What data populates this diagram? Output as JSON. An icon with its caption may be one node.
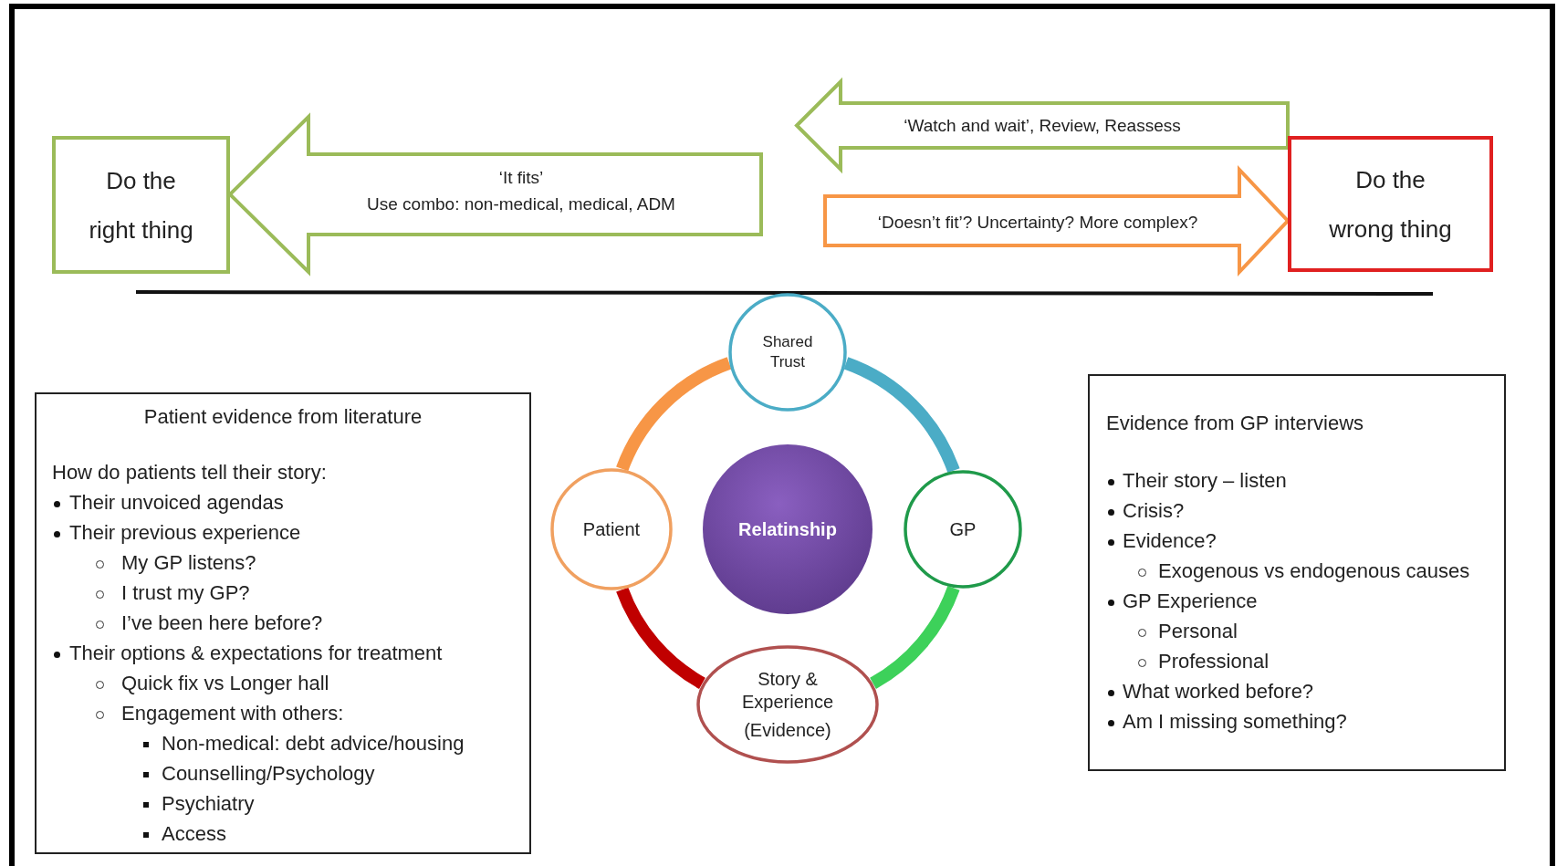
{
  "diagram": {
    "nodes": [
      {
        "text": [
          "Do the right thing"
        ]
      },
      {
        "text": [
          "Do the wrong thing"
        ]
      },
      {
        "text": [
          "Shared Trust"
        ]
      },
      {
        "text": [
          "Patient"
        ]
      },
      {
        "text": [
          "Relatinship"
        ]
      },
      {
        "text": [
          "GP"
        ]
      },
      {
        "text": [
          "Story & Experience",
          "(Evidence)"
        ]
      },
      {
        "text": [
          "Patient evidence from literature",
          "How do patients tell their story:",
          "Their unvoiced agendas",
          "Their previous experience",
          "My GP listens?",
          "I trust my GP?",
          "I’ve been here before?",
          "Their options & expectations for treatment",
          "Quick fix vs Longer hall",
          "Engagement with others:",
          "Non-medical: debt advice/housing",
          "Counselling/Psychology",
          "Psychiatry",
          "Access"
        ]
      },
      {
        "text": [
          "Evidence from GP interviews",
          "Their story – listen",
          "Crisis?",
          "Evidence?",
          "Exogenous vs endogenous causes",
          "GP Experience",
          "Personal",
          "Professional",
          "What worked before?",
          "Am I missing something?"
        ]
      }
    ],
    "edges": [
      {
        "from": null,
        "to": 0,
        "arrow": "to",
        "label": "‘It fits’",
        "color": "#9bbb59"
      },
      {
        "from": 1,
        "to": null,
        "arrow": "to",
        "label": "‘Watch and wait’, Review, Reassess",
        "color": "#9bbb59"
      },
      {
        "from": null,
        "to": 1,
        "arrow": "to",
        "label": "‘Doesn’t fit’? Uncertainty? More complex?",
        "color": "#f79646"
      },
      {
        "from": 2,
        "to": 3,
        "arrow": "none",
        "color": "#f79646"
      },
      {
        "from": 2,
        "to": 5,
        "arrow": "none",
        "color": "#4bacc6"
      },
      {
        "from": 3,
        "to": 6,
        "arrow": "none",
        "color": "#c00000"
      },
      {
        "from": 5,
        "to": 6,
        "arrow": "none",
        "color": "#3dd15a"
      }
    ],
    "labels": [
      "Use combo: non-medical, medical, ADM"
    ]
  }
}
